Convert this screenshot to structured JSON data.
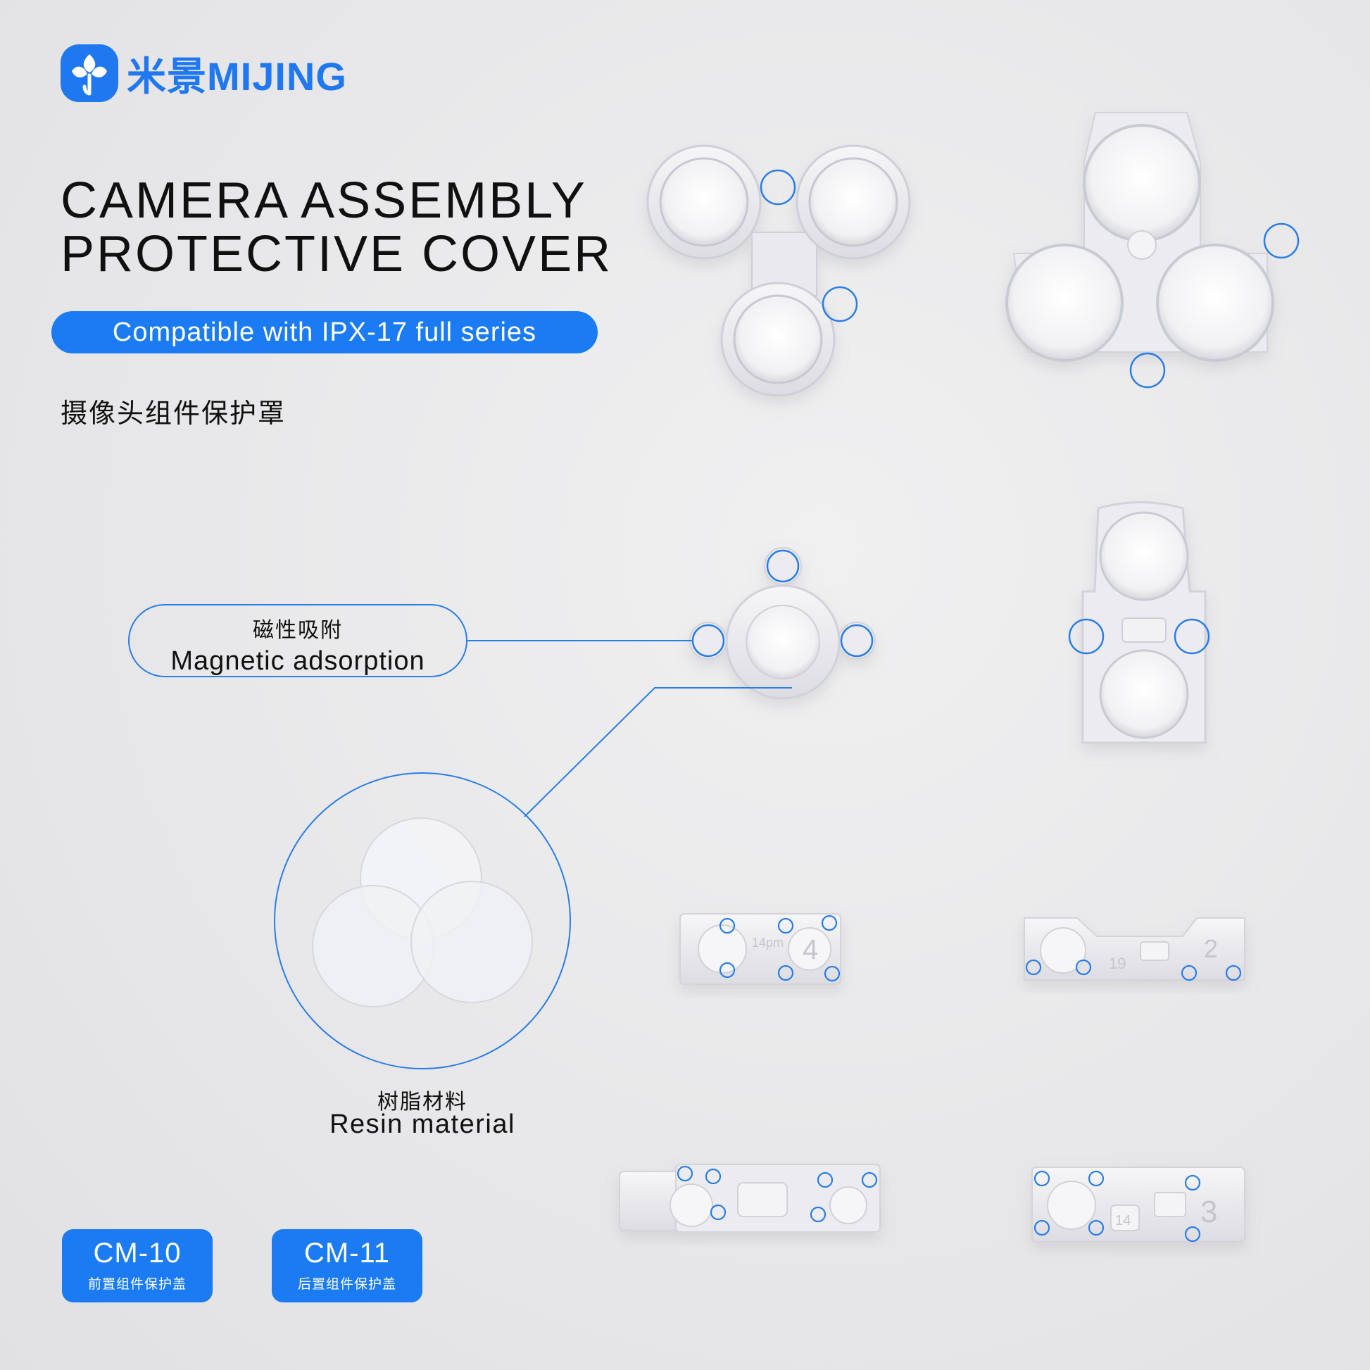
{
  "brand": {
    "logo_text": "米景MIJING",
    "color": "#1f78f0"
  },
  "title": {
    "line1": "CAMERA ASSEMBLY",
    "line2": "PROTECTIVE COVER"
  },
  "compatibility_pill": "Compatible with IPX-17 full series",
  "subtitle_cn": "摄像头组件保护罩",
  "features": {
    "magnetic": {
      "cn": "磁性吸附",
      "en": "Magnetic adsorption"
    },
    "resin": {
      "cn": "树脂材料",
      "en": "Resin material"
    }
  },
  "models": [
    {
      "code": "CM-10",
      "desc": "前置组件保护盖"
    },
    {
      "code": "CM-11",
      "desc": "后置组件保护盖"
    }
  ],
  "part_markings": [
    "14pm",
    "4",
    "19",
    "2",
    "14",
    "3"
  ],
  "colors": {
    "accent": "#1b7bf2",
    "magnet_ring": "#2a7de6",
    "background": "#e7e7e9"
  }
}
